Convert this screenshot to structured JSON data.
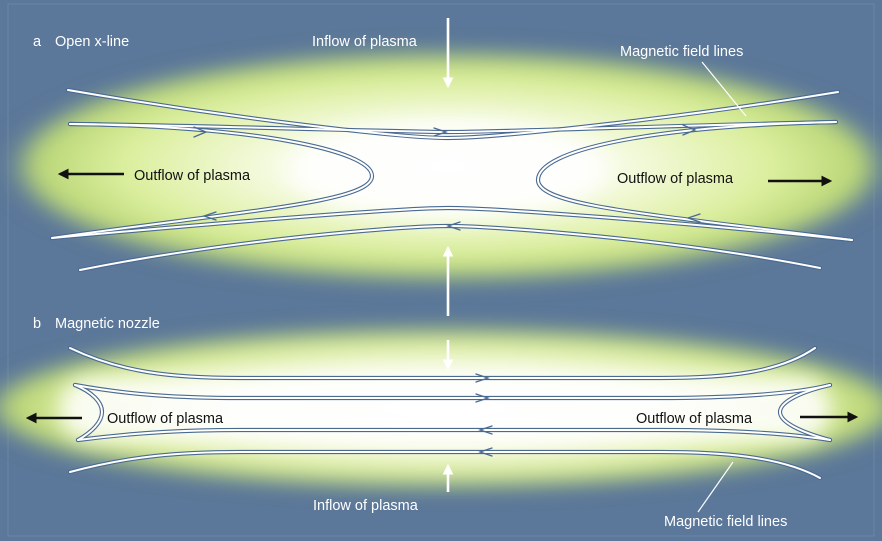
{
  "panel_a": {
    "letter": "a",
    "title": "Open x-line",
    "inflow_label": "Inflow of plasma",
    "outflow_left_label": "Outflow of plasma",
    "outflow_right_label": "Outflow of plasma",
    "field_lines_label": "Magnetic field lines"
  },
  "panel_b": {
    "letter": "b",
    "title": "Magnetic nozzle",
    "inflow_label": "Inflow of plasma",
    "outflow_left_label": "Outflow of plasma",
    "outflow_right_label": "Outflow of plasma",
    "field_lines_label": "Magnetic field lines"
  },
  "colors": {
    "background": "#5b7799",
    "glow_core": "#ffffff",
    "glow_mid": "#e2f1bc",
    "glow_outer": "#c0dc78",
    "field_line": "#ffffff",
    "field_line_edge": "#4a6a92",
    "arrow_white": "#ffffff",
    "arrow_black": "#111111"
  }
}
